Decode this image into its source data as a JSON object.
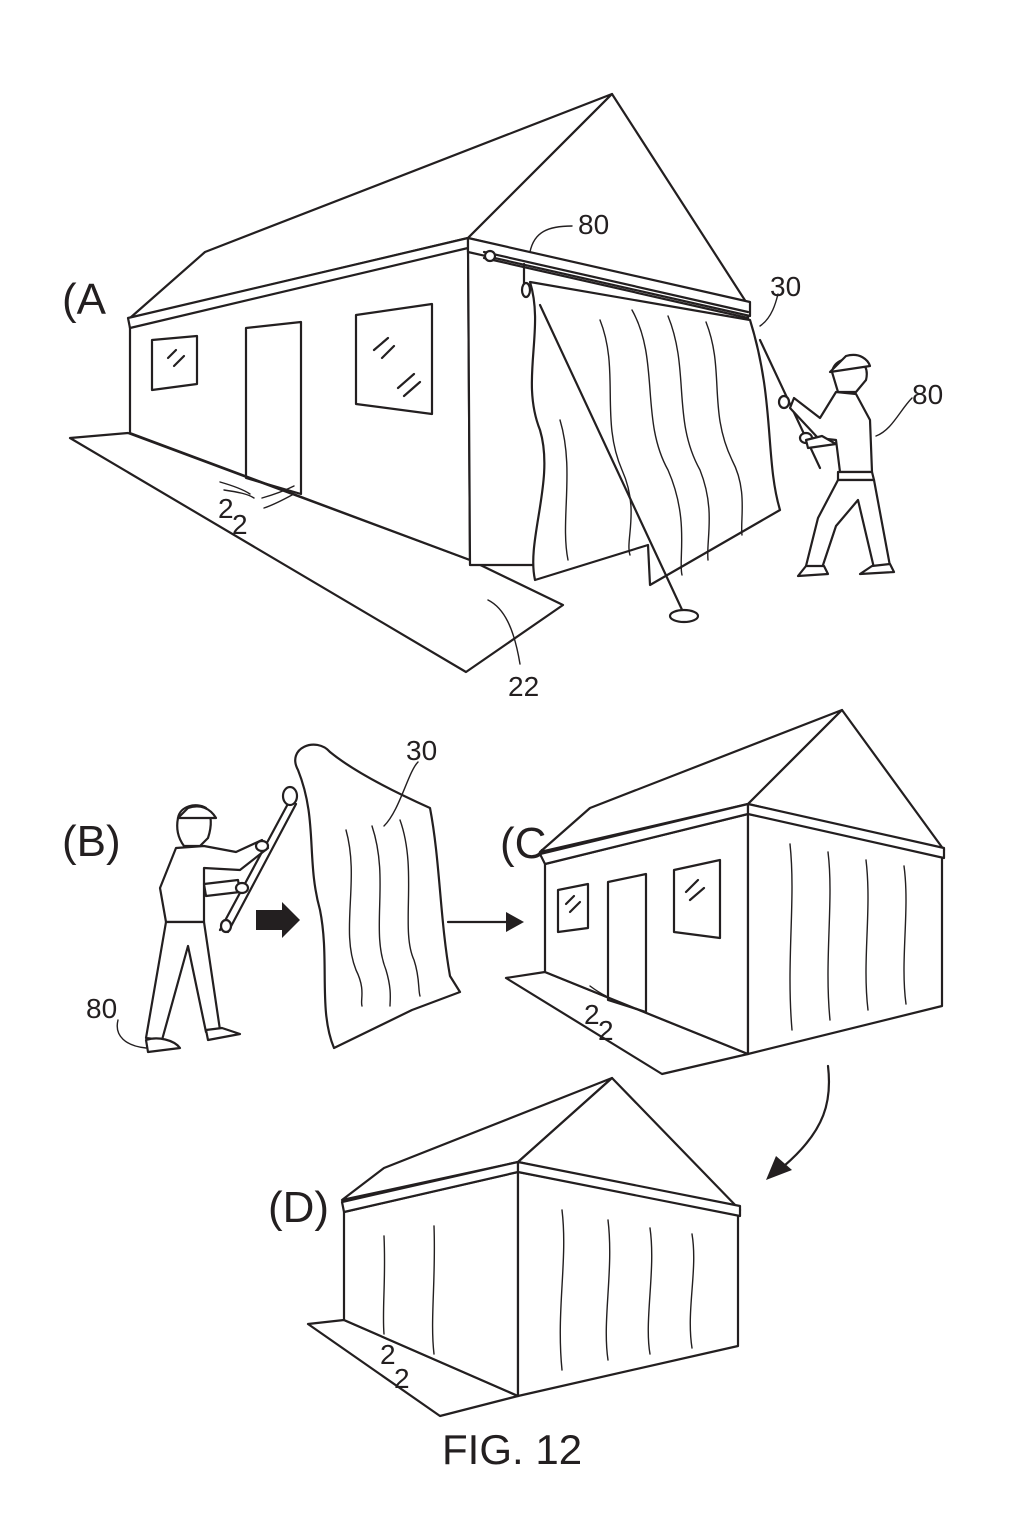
{
  "figure": {
    "caption": "FIG. 12",
    "panels": {
      "a": {
        "label": "(A",
        "refs": {
          "worker_top": "80",
          "screen": "30",
          "worker_right": "80",
          "ground_left_1": "2",
          "ground_left_2": "2",
          "ground_front": "22"
        }
      },
      "b": {
        "label": "(B)",
        "refs": {
          "screen": "30",
          "worker": "80"
        }
      },
      "c": {
        "label": "(C",
        "refs": {
          "ground_1": "2",
          "ground_2": "2"
        }
      },
      "d": {
        "label": "(D)",
        "refs": {
          "ground_1": "2",
          "ground_2": "2"
        }
      }
    },
    "colors": {
      "ink": "#231f20",
      "background": "#ffffff"
    }
  }
}
